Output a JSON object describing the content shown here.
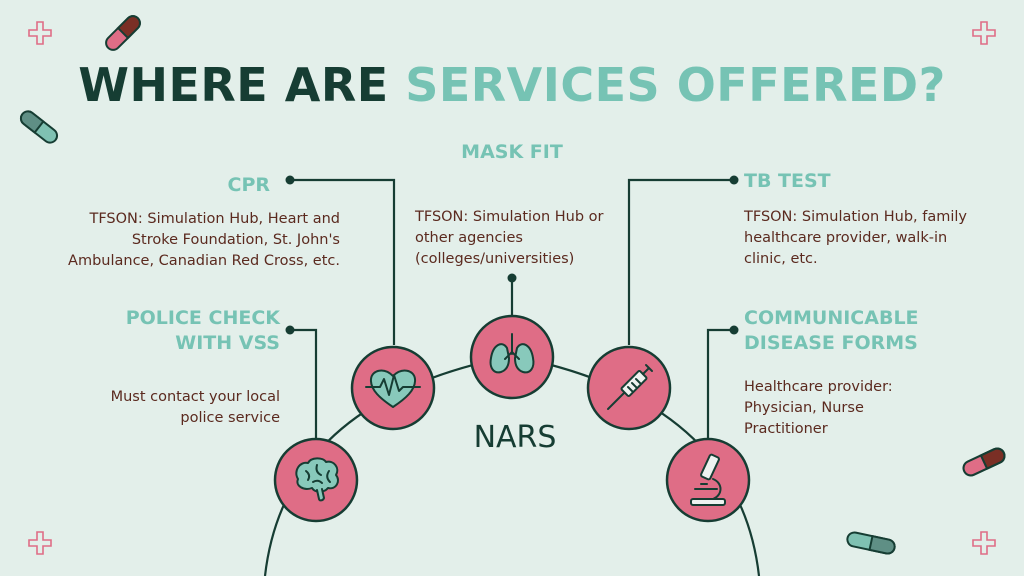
{
  "title": {
    "dark": "WHERE ARE ",
    "light": "SERVICES OFFERED?"
  },
  "center_label": "NARS",
  "services": {
    "cpr": {
      "heading": "CPR",
      "description": "TFSON: Simulation Hub, Heart and Stroke Foundation, St. John's Ambulance, Canadian Red Cross, etc."
    },
    "mask_fit": {
      "heading": "MASK FIT",
      "description": "TFSON: Simulation Hub or other agencies (colleges/universities)"
    },
    "tb_test": {
      "heading": "TB TEST",
      "description": "TFSON: Simulation Hub, family healthcare provider, walk-in clinic, etc."
    },
    "police_check": {
      "heading_line1": "POLICE CHECK",
      "heading_line2": "WITH VSS",
      "description": "Must contact your local police service"
    },
    "disease_forms": {
      "heading_line1": "COMMUNICABLE",
      "heading_line2": "DISEASE FORMS",
      "description": "Healthcare provider: Physician, Nurse Practitioner"
    }
  },
  "icons": [
    "brain-icon",
    "heart-monitor-icon",
    "lungs-icon",
    "syringe-icon",
    "microscope-icon",
    "pill-capsule-icon",
    "plus-cross-icon"
  ],
  "colors": {
    "background": "#e3efea",
    "dark_green": "#163d33",
    "teal": "#76c3b4",
    "pink": "#df6d86",
    "brown_text": "#5b2a1f",
    "capsule_brown": "#7a2f25",
    "capsule_gray": "#5f8f85"
  }
}
